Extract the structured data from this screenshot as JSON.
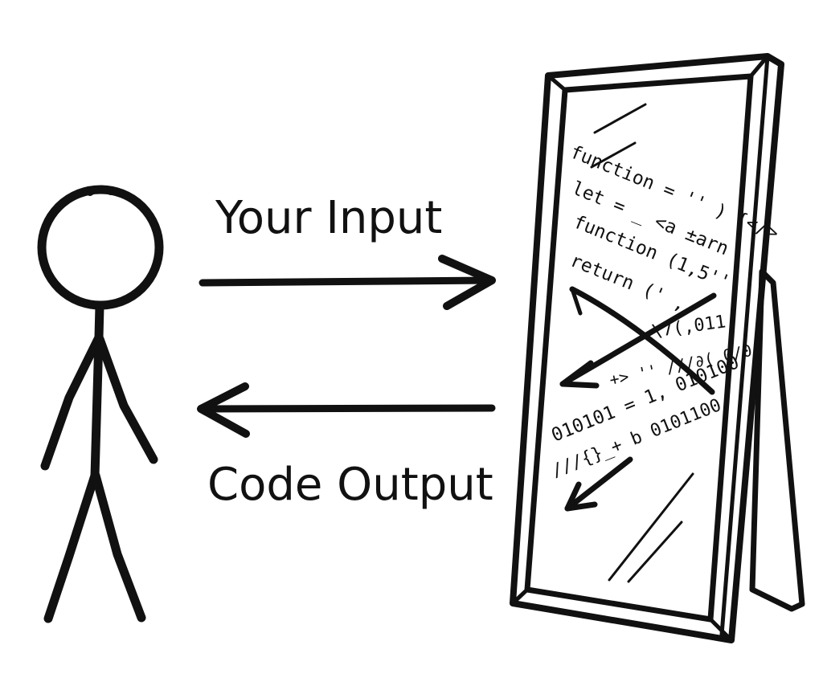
{
  "labels": {
    "input": "Your Input",
    "output": "Code Output"
  },
  "mirror_code": {
    "line1": "function = '' ) {</>",
    "line2": "let = _ <a ±arn",
    "line3": "function (1,5''",
    "line4": "return (' ,",
    "line5": "\\7(,011",
    "line6": "+> '' ///∂( 0/0",
    "line7": "010101 = 1, 010100",
    "line8": "///{}_+ b 0101100"
  },
  "colors": {
    "ink": "#111111",
    "background": "#ffffff"
  },
  "icons": {
    "person": "stick-figure-icon",
    "mirror": "standing-mirror-icon",
    "input_arrow": "arrow-right-icon",
    "output_arrow": "arrow-left-icon"
  }
}
